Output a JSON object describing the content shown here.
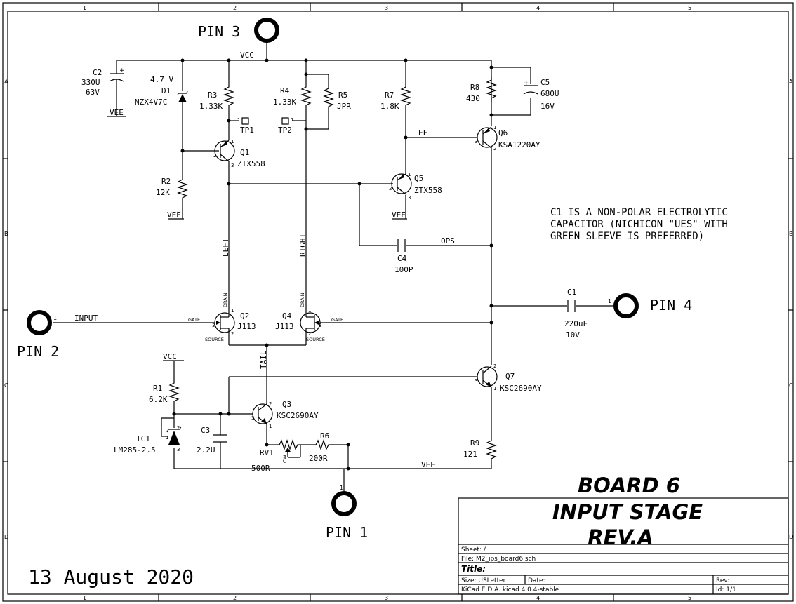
{
  "border": {
    "cols": [
      "1",
      "2",
      "3",
      "4",
      "5"
    ],
    "rows": [
      "A",
      "B",
      "C",
      "D"
    ]
  },
  "pins": {
    "pin1": "PIN 1",
    "pin2": "PIN 2",
    "pin3": "PIN 3",
    "pin4": "PIN 4"
  },
  "nets": {
    "vcc_top": "VCC",
    "vcc_left": "VCC",
    "vee_c2": "VEE",
    "vee_r2": "VEE",
    "vee_q5": "VEE",
    "vee_bottom": "VEE",
    "input": "INPUT",
    "ef": "EF",
    "ops": "OPS",
    "left": "LEFT",
    "right": "RIGHT",
    "tail": "TAIL"
  },
  "components": {
    "C2": {
      "ref": "C2",
      "v1": "330U",
      "v2": "63V"
    },
    "D1": {
      "ref": "D1",
      "volt": "4.7 V",
      "value": "NZX4V7C"
    },
    "R3": {
      "ref": "R3",
      "value": "1.33K"
    },
    "R4": {
      "ref": "R4",
      "value": "1.33K"
    },
    "R5": {
      "ref": "R5",
      "value": "JPR"
    },
    "R7": {
      "ref": "R7",
      "value": "1.8K"
    },
    "R8": {
      "ref": "R8",
      "value": "430"
    },
    "C5": {
      "ref": "C5",
      "v1": "680U",
      "v2": "16V"
    },
    "TP1": {
      "ref": "TP1"
    },
    "TP2": {
      "ref": "TP2"
    },
    "Q1": {
      "ref": "Q1",
      "value": "ZTX558"
    },
    "Q6": {
      "ref": "Q6",
      "value": "KSA1220AY"
    },
    "Q5": {
      "ref": "Q5",
      "value": "ZTX558"
    },
    "R2": {
      "ref": "R2",
      "value": "12K"
    },
    "C4": {
      "ref": "C4",
      "value": "100P"
    },
    "C1": {
      "ref": "C1",
      "v1": "220uF",
      "v2": "10V"
    },
    "Q2": {
      "ref": "Q2",
      "value": "J113"
    },
    "Q4": {
      "ref": "Q4",
      "value": "J113"
    },
    "Q7": {
      "ref": "Q7",
      "value": "KSC2690AY"
    },
    "R1": {
      "ref": "R1",
      "value": "6.2K"
    },
    "IC1": {
      "ref": "IC1",
      "value": "LM285-2.5"
    },
    "C3": {
      "ref": "C3",
      "value": "2.2U"
    },
    "Q3": {
      "ref": "Q3",
      "value": "KSC2690AY"
    },
    "RV1": {
      "ref": "RV1",
      "value": "500R",
      "cw": "CW"
    },
    "R6": {
      "ref": "R6",
      "value": "200R"
    },
    "R9": {
      "ref": "R9",
      "value": "121"
    }
  },
  "jfet_labels": {
    "gate": "GATE",
    "drain": "DRAIN",
    "source": "SOURCE"
  },
  "pin_numbers": {
    "one": "1",
    "two": "2",
    "three": "3"
  },
  "note": {
    "line1": "C1 IS A NON-POLAR ELECTROLYTIC",
    "line2": "CAPACITOR (NICHICON \"UES\" WITH",
    "line3": "GREEN SLEEVE IS PREFERRED)"
  },
  "title_banner": {
    "line1": "BOARD 6",
    "line2": "INPUT STAGE",
    "line3": "REV.A"
  },
  "date_text": "13 August 2020",
  "title_block": {
    "sheet": "Sheet: /",
    "file": "File: M2_ips_board6.sch",
    "title": "Title:",
    "size": "Size: USLetter",
    "date": "Date:",
    "rev": "Rev:",
    "kicad": "KiCad E.D.A.  kicad 4.0.4-stable",
    "id": "Id: 1/1"
  }
}
